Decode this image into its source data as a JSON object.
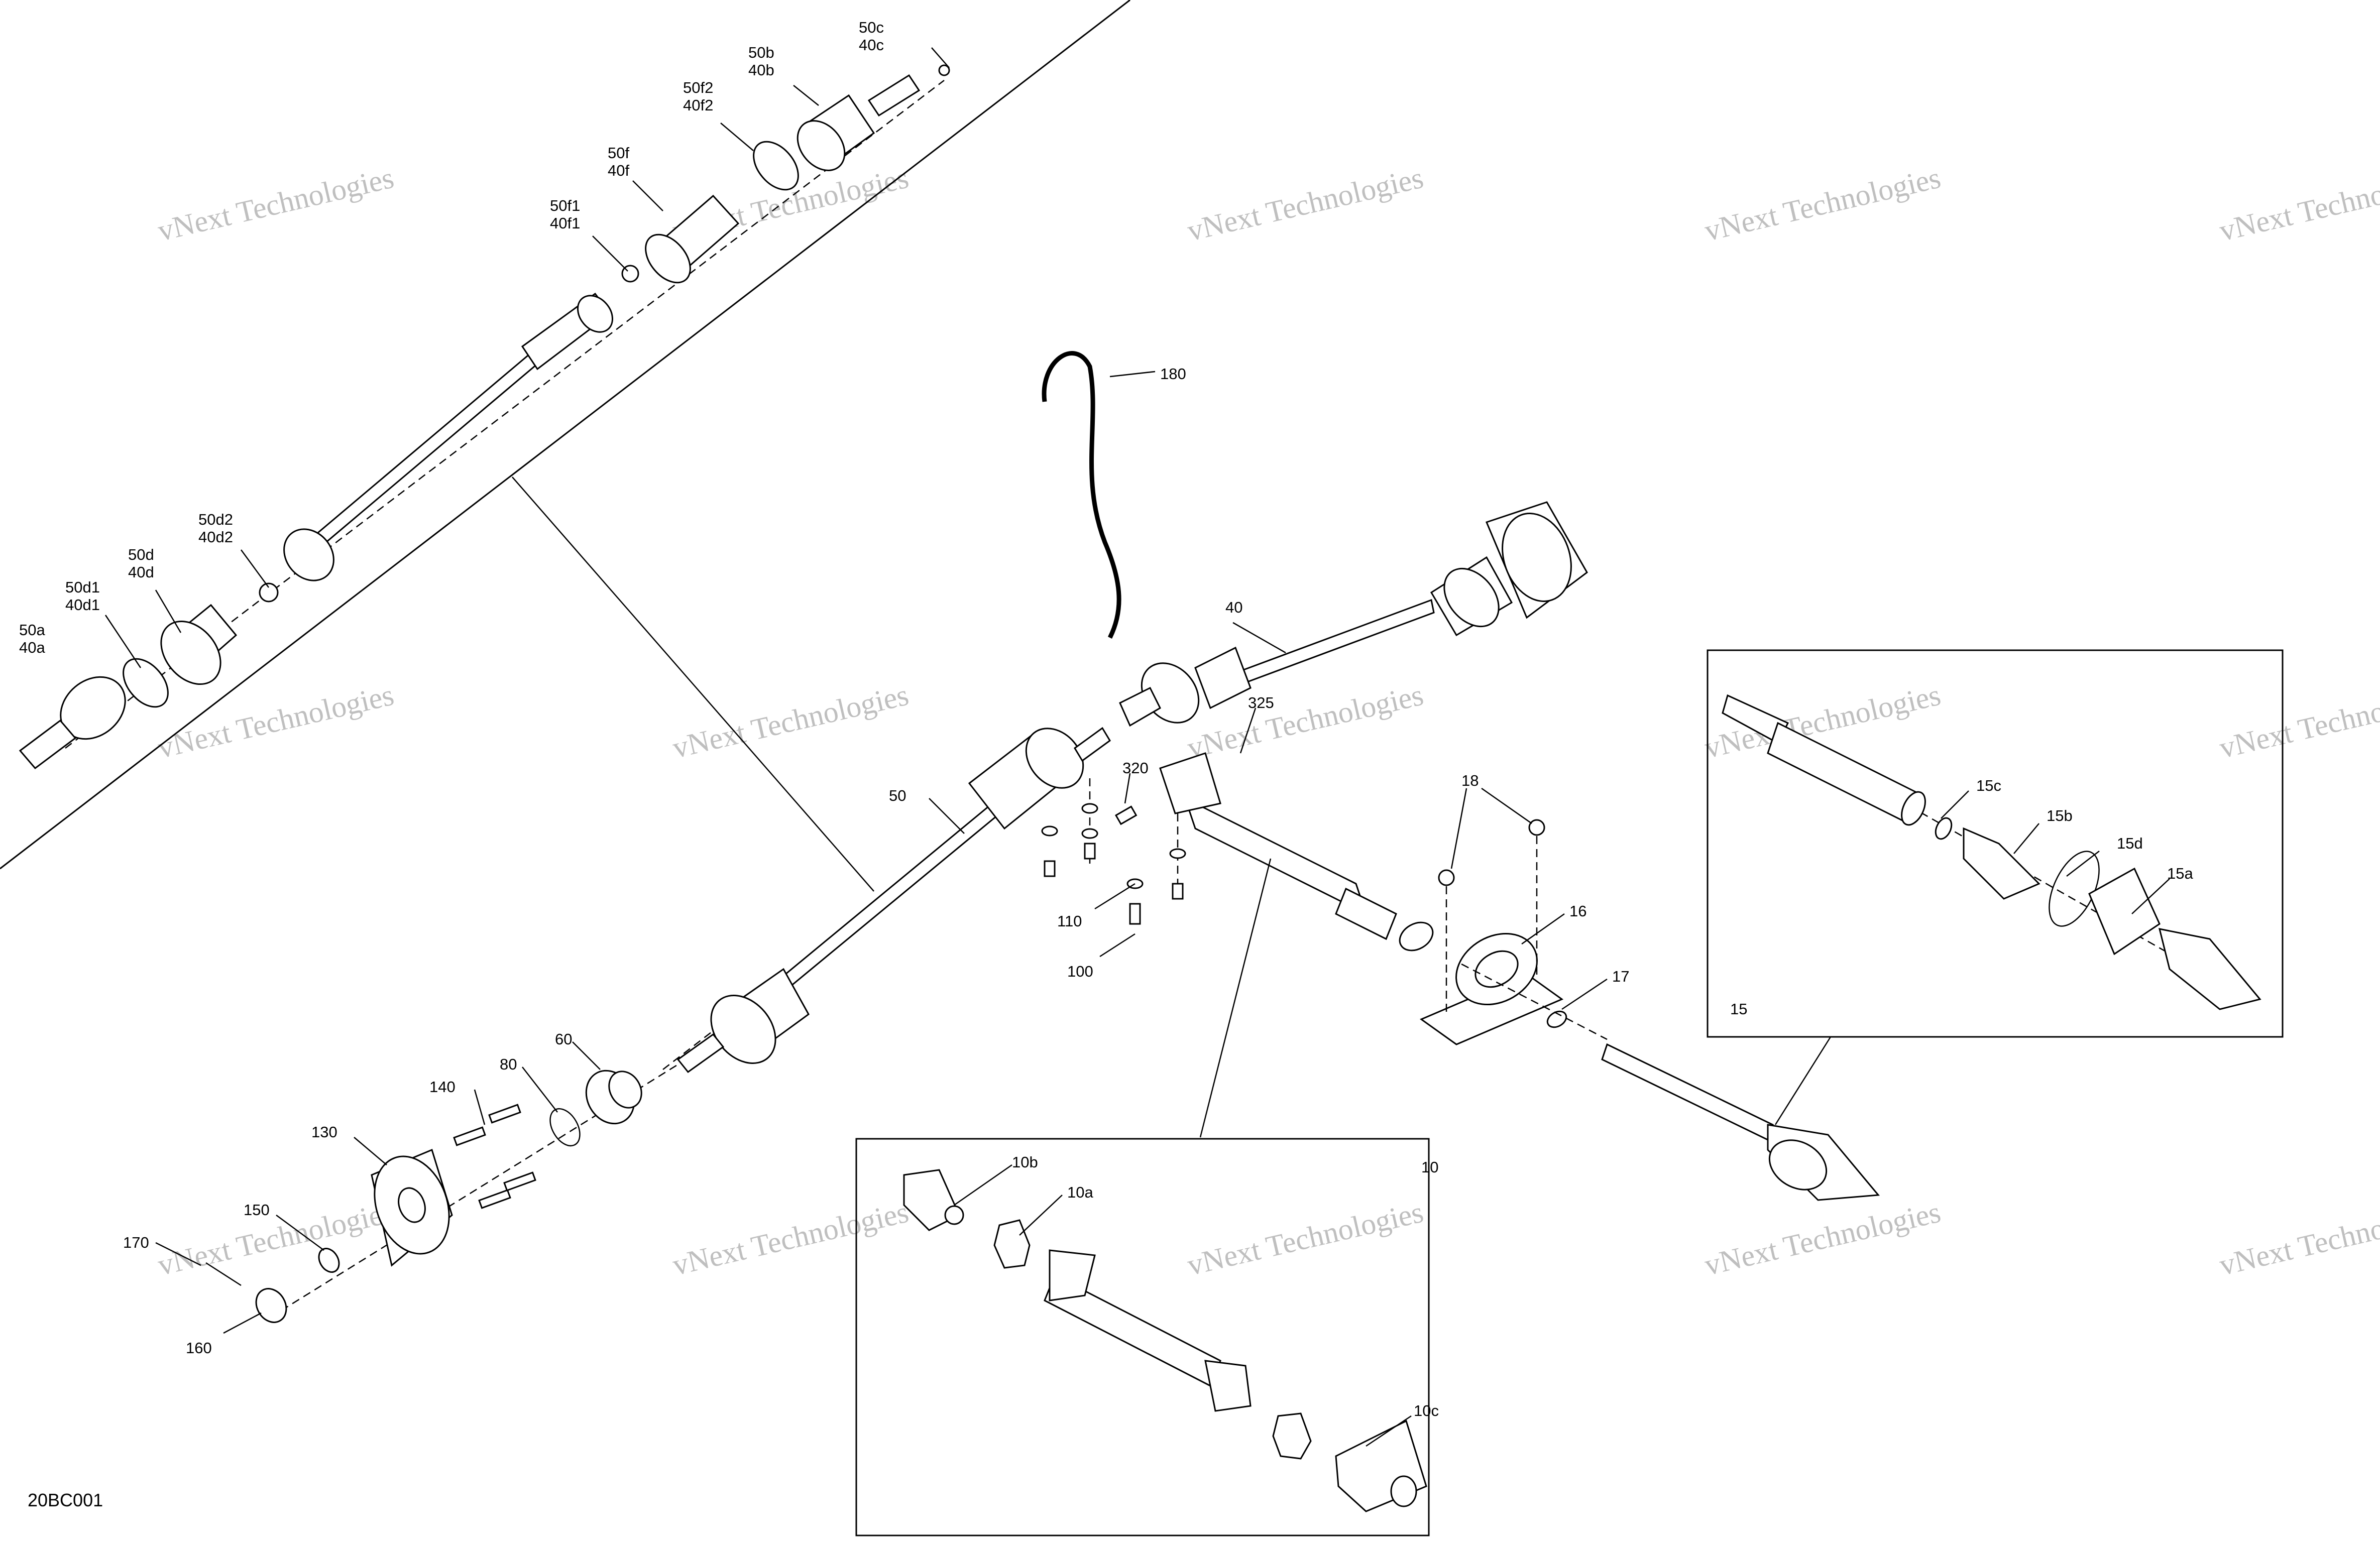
{
  "diagram_code": "20BC001",
  "watermark_text": "vNext Technologies",
  "callouts": {
    "c_50c_40c": [
      "50c",
      "40c"
    ],
    "c_50b_40b": [
      "50b",
      "40b"
    ],
    "c_50f2_40f2": [
      "50f2",
      "40f2"
    ],
    "c_50f_40f": [
      "50f",
      "40f"
    ],
    "c_50f1_40f1": [
      "50f1",
      "40f1"
    ],
    "c_50d2_40d2": [
      "50d2",
      "40d2"
    ],
    "c_50d_40d": [
      "50d",
      "40d"
    ],
    "c_50d1_40d1": [
      "50d1",
      "40d1"
    ],
    "c_50a_40a": [
      "50a",
      "40a"
    ],
    "c180": "180",
    "c40": "40",
    "c325": "325",
    "c320": "320",
    "c50": "50",
    "c18": "18",
    "c16": "16",
    "c17": "17",
    "c110": "110",
    "c100": "100",
    "c60": "60",
    "c80": "80",
    "c140": "140",
    "c130": "130",
    "c150": "150",
    "c170": "170",
    "c160": "160",
    "c15c": "15c",
    "c15b": "15b",
    "c15d": "15d",
    "c15a": "15a",
    "c15": "15",
    "c10": "10",
    "c10b": "10b",
    "c10a": "10a",
    "c10c": "10c"
  }
}
